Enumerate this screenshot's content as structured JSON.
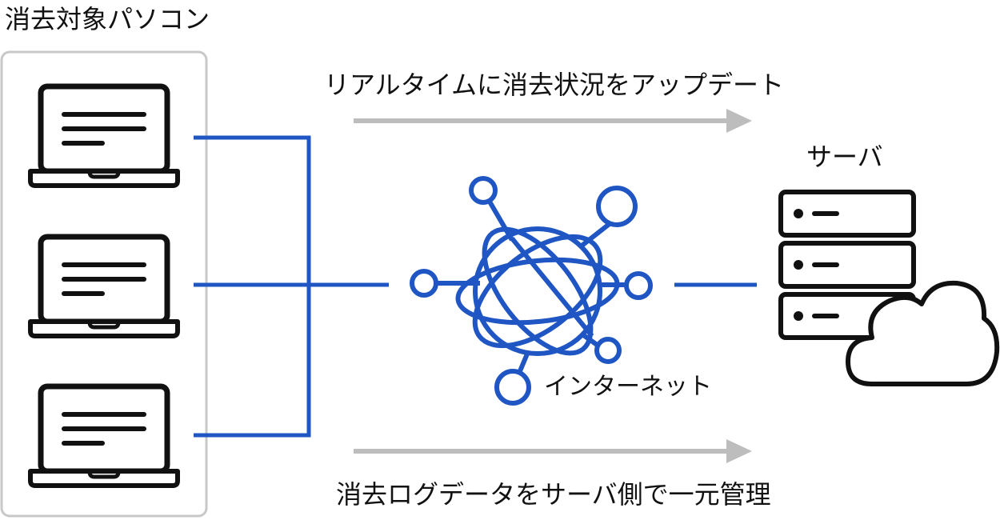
{
  "labels": {
    "device_group": "消去対象パソコン",
    "top_arrow": "リアルタイムに消去状況をアップデート",
    "server": "サーバ",
    "internet": "インターネット",
    "bottom_arrow": "消去ログデータをサーバ側で一元管理"
  },
  "colors": {
    "blue": "#1f56c4",
    "arrow_gray": "#bdbdbd",
    "box_gray": "#c8c8c8",
    "ink": "#111111"
  },
  "icons": [
    "laptop-icon",
    "globe-network-icon",
    "server-rack-icon",
    "cloud-icon",
    "arrow-right-icon"
  ]
}
